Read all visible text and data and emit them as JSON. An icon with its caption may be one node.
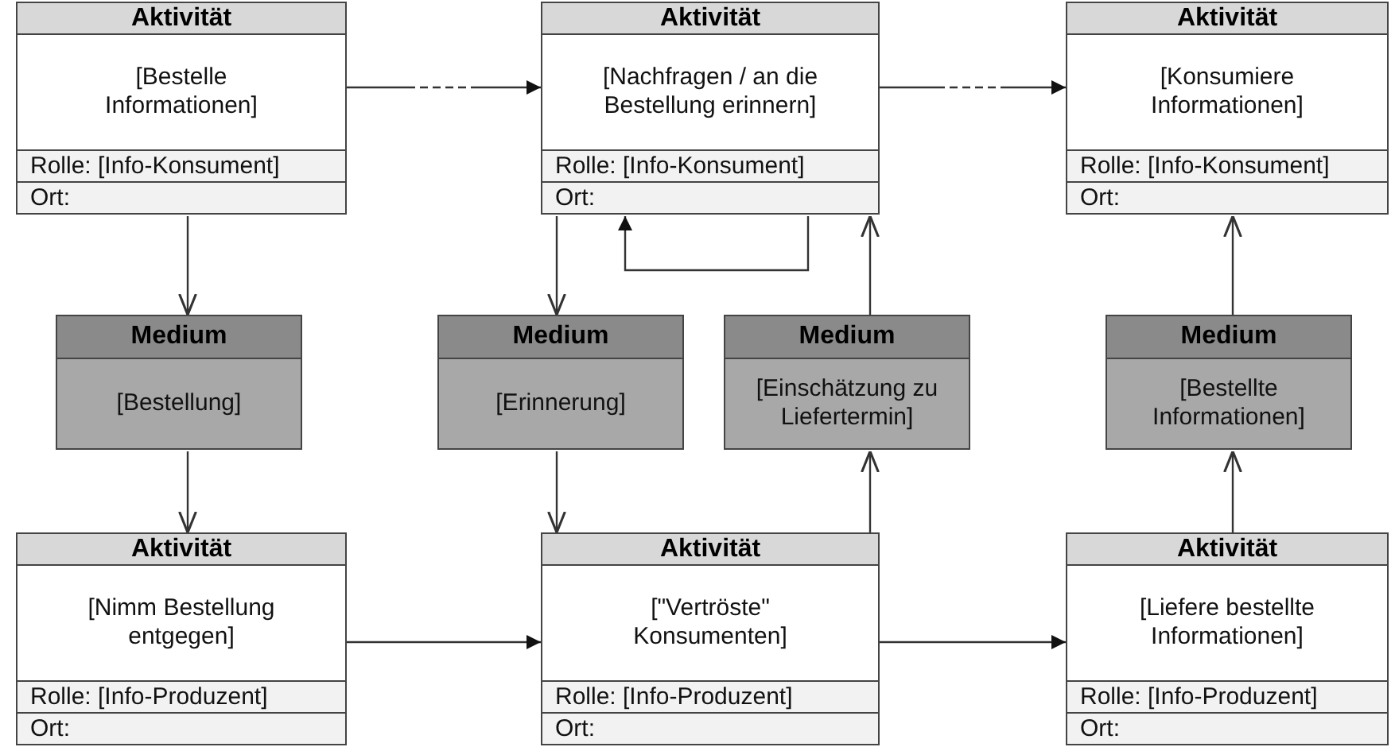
{
  "diagram": {
    "nodes": [
      {
        "text": [
          "Aktivität",
          "[Bestelle Informationen]",
          "Rolle: [Info-Konsument]",
          "Ort:"
        ]
      },
      {
        "text": [
          "Aktivität",
          "[Nachfragen / an die Bestellung erinnern]",
          "Rolle: [Info-Konsument]",
          "Ort:"
        ]
      },
      {
        "text": [
          "Aktivität",
          "[Konsumiere Informationen]",
          "Rolle: [Info-Konsument]",
          "Ort:"
        ]
      },
      {
        "text": [
          "Medium",
          "[Bestellung]"
        ]
      },
      {
        "text": [
          "Medium",
          "[Erinnerung]"
        ]
      },
      {
        "text": [
          "Medium",
          "[Einschätzung zu Liefertermin]"
        ]
      },
      {
        "text": [
          "Medium",
          "[Bestellte Informationen]"
        ]
      },
      {
        "text": [
          "Aktivität",
          "[Nimm Bestellung entgegen]",
          "Rolle: [Info-Produzent]",
          "Ort:"
        ]
      },
      {
        "text": [
          "Aktivität",
          "[\"Vertröste\" Konsumenten]",
          "Rolle: [Info-Produzent]",
          "Ort:"
        ]
      },
      {
        "text": [
          "Aktivität",
          "[Liefere bestellte Informationen]",
          "Rolle: [Info-Produzent]",
          "Ort:"
        ]
      }
    ],
    "edges": [
      {
        "from": 0,
        "to": 1,
        "arrow": "to",
        "style": "dashed"
      },
      {
        "from": 1,
        "to": 2,
        "arrow": "to",
        "style": "dashed"
      },
      {
        "from": 0,
        "to": 3,
        "arrow": "to"
      },
      {
        "from": 3,
        "to": 7,
        "arrow": "to"
      },
      {
        "from": 1,
        "to": 4,
        "arrow": "to"
      },
      {
        "from": 4,
        "to": 8,
        "arrow": "to"
      },
      {
        "from": 8,
        "to": 5,
        "arrow": "to"
      },
      {
        "from": 5,
        "to": 1,
        "arrow": "to"
      },
      {
        "from": 1,
        "to": 1,
        "arrow": "to"
      },
      {
        "from": 9,
        "to": 6,
        "arrow": "to"
      },
      {
        "from": 6,
        "to": 2,
        "arrow": "to"
      },
      {
        "from": 7,
        "to": 8,
        "arrow": "to"
      },
      {
        "from": 8,
        "to": 9,
        "arrow": "to"
      }
    ]
  }
}
